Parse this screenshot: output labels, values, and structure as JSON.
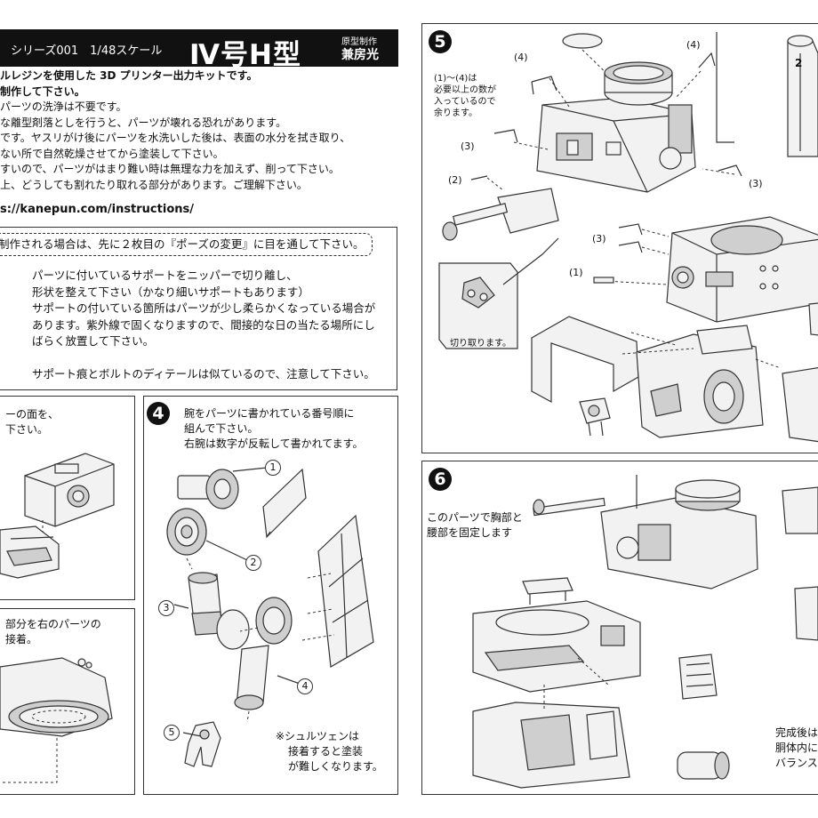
{
  "header": {
    "series": "シリーズ001　1/48スケール",
    "title": "Ⅳ号H型",
    "maker_label": "原型制作",
    "author": "兼房光"
  },
  "intro_lines": [
    "ルレジンを使用した 3D プリンター出力キットです。",
    "制作して下さい。",
    "パーツの洗浄は不要です。",
    "な離型剤落としを行うと、パーツが壊れる恐れがあります。",
    "です。ヤスリがけ後にパーツを水洗いした後は、表面の水分を拭き取り、",
    "ない所で自然乾燥させてから塗装して下さい。",
    "すいので、パーツがはまり難い時は無理な力を加えず、削って下さい。",
    "上、どうしても割れたり取れる部分があります。ご理解下さい。"
  ],
  "url": "s://kanepun.com/instructions/",
  "pose_notice": "制作される場合は、先に２枚目の『ポーズの変更』に目を通して下さい。",
  "support_notes": [
    "パーツに付いているサポートをニッパーで切り離し、",
    "形状を整えて下さい（かなり細いサポートもあります）",
    "サポートの付いている箇所はパーツが少し柔らかくなっている場合が",
    "あります。紫外線で固くなりますので、間接的な日の当たる場所にし",
    "ばらく放置して下さい。",
    "",
    "サポート痕とボルトのディテールは似ているので、注意して下さい。"
  ],
  "step_left_top": {
    "lines": [
      "ーの面を、",
      "下さい。"
    ]
  },
  "step_left_bottom": {
    "lines": [
      "部分を右のパーツの",
      "接着。"
    ]
  },
  "step4": {
    "number": "4",
    "lines": [
      "腕をパーツに書かれている番号順に",
      "組んで下さい。",
      "右腕は数字が反転して書かれてます。"
    ],
    "labels": [
      "1",
      "2",
      "3",
      "4",
      "5"
    ],
    "note_lines": [
      "※シュルツェンは",
      "接着すると塗装",
      "が難しくなります。"
    ]
  },
  "step5": {
    "number": "5",
    "note_lines": [
      "(1)〜(4)は",
      "必要以上の数が",
      "入っているので",
      "余ります。"
    ],
    "labels": [
      "(4)",
      "(4)",
      "(3)",
      "(2)",
      "(3)",
      "(1)",
      "(3)"
    ],
    "cut_label": "切り取ります。",
    "tab_number": "2"
  },
  "step6": {
    "number": "6",
    "lines": [
      "このパーツで胸部と",
      "腰部を固定します"
    ],
    "right_lines": [
      "完成後は",
      "胴体内に",
      "バランス"
    ]
  }
}
